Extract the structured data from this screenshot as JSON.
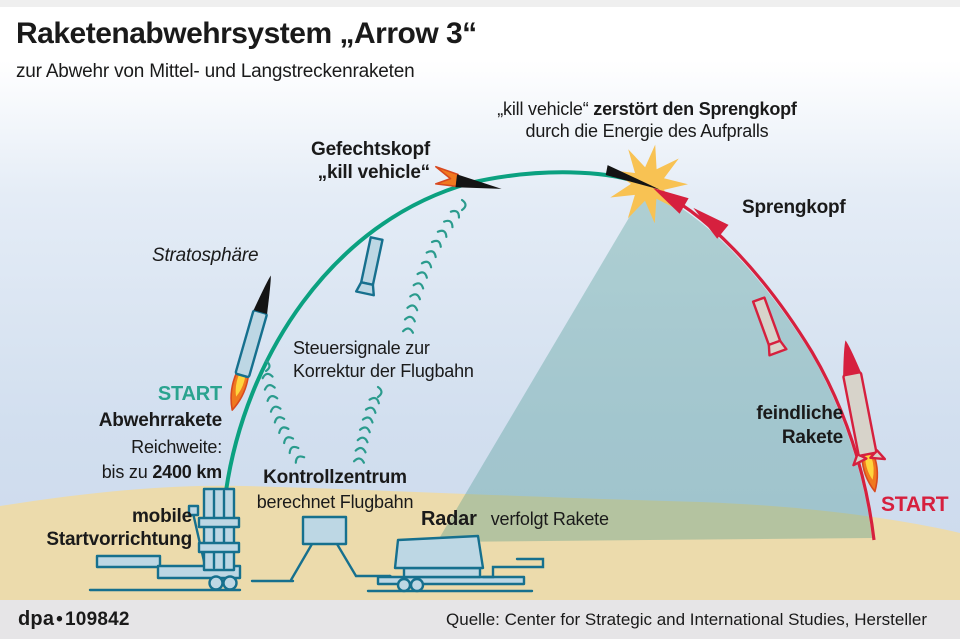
{
  "header": {
    "title": "Raketenabwehrsystem „Arrow 3“",
    "subtitle": "zur Abwehr von Mittel- und Langstreckenraketen"
  },
  "labels": {
    "gefechtskopf_line1": "Gefechtskopf",
    "gefechtskopf_line2": "„kill vehicle“",
    "kill_explain_plain": "„kill vehicle“",
    "kill_explain_bold": " zerstört den Sprengkopf",
    "kill_explain_line2": "durch die Energie des Aufpralls",
    "sprengkopf": "Sprengkopf",
    "stratosphaere": "Stratosphäre",
    "start_interceptor": "START",
    "abwehrrakete": "Abwehrrakete",
    "reichweite": "Reichweite:",
    "bis_zu": "bis zu ",
    "range_value": "2400 km",
    "mobile_line1": "mobile",
    "mobile_line2": "Startvorrichtung",
    "steuersignale_line1": "Steuersignale zur",
    "steuersignale_line2": "Korrektur der Flugbahn",
    "kontrollzentrum": "Kontrollzentrum",
    "berechnet": "berechnet Flugbahn",
    "radar": "Radar",
    "verfolgt": "verfolgt Rakete",
    "feindliche_line1": "feindliche",
    "feindliche_line2": "Rakete",
    "start_enemy": "START"
  },
  "footer": {
    "credit": "dpa",
    "separator": "•",
    "id": "109842",
    "source": "Quelle: Center for Strategic and International Studies, Hersteller"
  },
  "colors": {
    "ink": "#1a1a1a",
    "teal": "#0ba180",
    "teal-text": "#2aa38f",
    "red": "#d6203e",
    "outline": "#16708e",
    "vehicle": "#bdd7e4",
    "ground": "#ecdbac",
    "star": "#f8c253",
    "flame": "#f0791f",
    "flame-core": "#ffd53d",
    "wave": "#2a9b8d",
    "bar": "#e6e5e7",
    "enemy-body": "#d7d3ca"
  }
}
